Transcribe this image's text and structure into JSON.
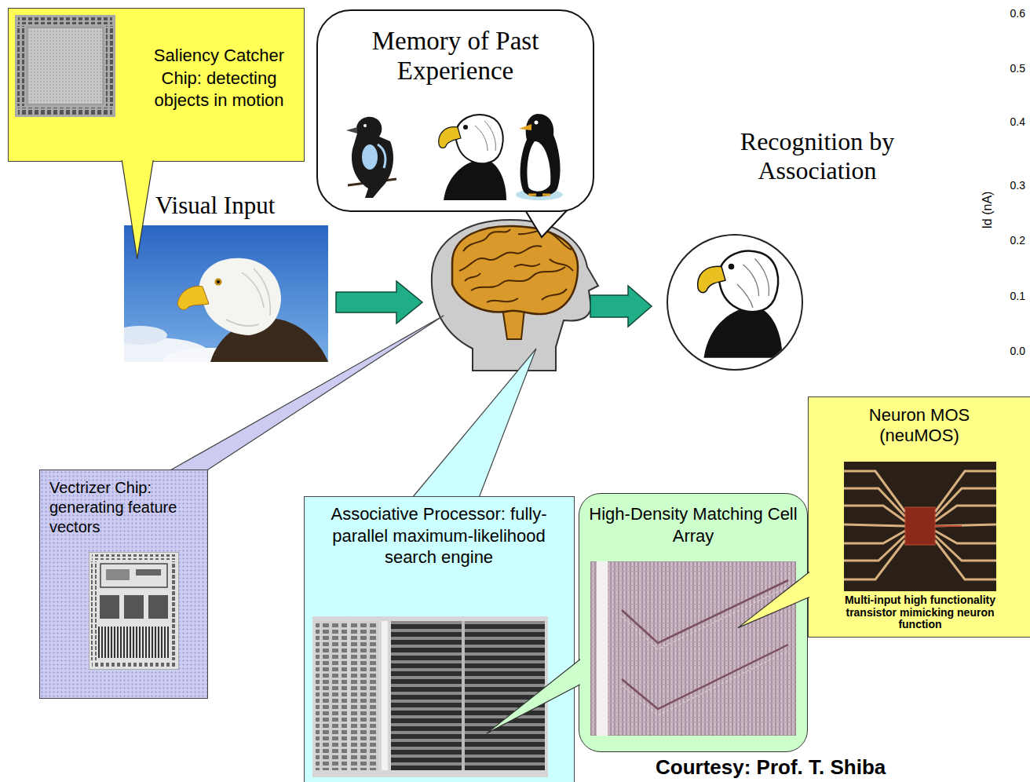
{
  "diagram": {
    "nodes": [
      {
        "text": [
          "Saliency Catcher Chip: detecting objects in motion"
        ]
      },
      {
        "text": [
          "Visual Input"
        ]
      },
      {
        "text": [
          "Memory of Past Experience"
        ]
      },
      {
        "text": [
          "Recognition by Association"
        ]
      },
      {
        "text": [
          "Vectrizer Chip: generating feature vectors"
        ]
      },
      {
        "text": [
          "Associative Processor: fully-parallel maximum-likelihood search engine"
        ]
      },
      {
        "text": [
          "High-Density Matching Cell Array"
        ]
      },
      {
        "text": [
          "Neuron MOS (neuMOS)",
          "Multi-input high functionality transistor mimicking neuron function"
        ]
      }
    ],
    "edges": [
      {
        "from": 0,
        "to": 1,
        "arrow": "none"
      },
      {
        "from": 6,
        "to": 5,
        "arrow": "none"
      },
      {
        "from": 7,
        "to": 6,
        "arrow": "none"
      }
    ],
    "labels": [
      "0.6",
      "0.5",
      "0.4",
      "0.3",
      "0.2",
      "0.1",
      "0.0",
      "Id (nA)",
      "Courtesy: Prof. T. Shiba"
    ]
  }
}
